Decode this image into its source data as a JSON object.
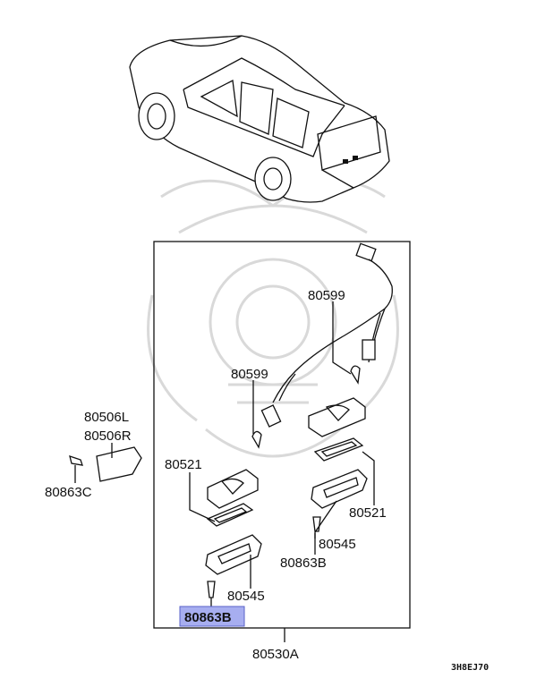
{
  "diagram": {
    "diagram_code": "3H8EJ70",
    "assembly_label": "80530A",
    "highlighted_part": "80863B",
    "highlight_color": "#a7aef0",
    "parts": [
      {
        "id": "p80599a",
        "label": "80599"
      },
      {
        "id": "p80599b",
        "label": "80599"
      },
      {
        "id": "p80506l",
        "label": "80506L"
      },
      {
        "id": "p80506r",
        "label": "80506R"
      },
      {
        "id": "p80863c",
        "label": "80863C"
      },
      {
        "id": "p80521a",
        "label": "80521"
      },
      {
        "id": "p80521b",
        "label": "80521"
      },
      {
        "id": "p80545a",
        "label": "80545"
      },
      {
        "id": "p80545b",
        "label": "80545"
      },
      {
        "id": "p80863b2",
        "label": "80863B"
      }
    ]
  }
}
